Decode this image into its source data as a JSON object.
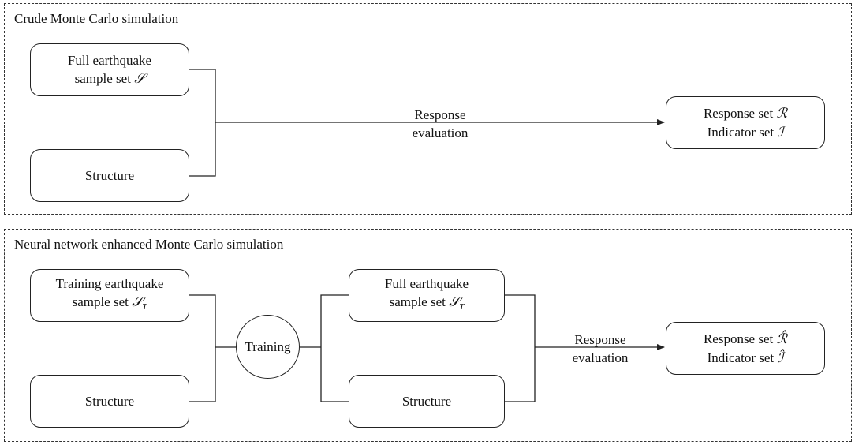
{
  "top_panel": {
    "title": "Crude Monte Carlo simulation",
    "input_box": {
      "line1": "Full earthquake",
      "line2_text": "sample set ",
      "line2_symbol": "𝒮"
    },
    "structure_box": {
      "label": "Structure"
    },
    "edge_label": {
      "line1": "Response",
      "line2": "evaluation"
    },
    "output_box": {
      "line1_text": "Response set ",
      "line1_symbol": "ℛ",
      "line2_text": "Indicator set ",
      "line2_symbol": "ℐ"
    }
  },
  "bottom_panel": {
    "title": "Neural network enhanced Monte Carlo simulation",
    "training_input_box": {
      "line1": "Training earthquake",
      "line2_text": "sample set ",
      "line2_symbol": "𝒮",
      "line2_sub": "T"
    },
    "structure_box_left": {
      "label": "Structure"
    },
    "training_node": {
      "label": "Training"
    },
    "full_set_box": {
      "line1": "Full earthquake",
      "line2_text": "sample set ",
      "line2_symbol": "𝒮",
      "line2_sub": "T"
    },
    "structure_box_right": {
      "label": "Structure"
    },
    "edge_label": {
      "line1": "Response",
      "line2": "evaluation"
    },
    "output_box": {
      "line1_text": "Response set ",
      "line1_symbol": "ℛ̂",
      "line2_text": "Indicator set ",
      "line2_symbol": "ℐ̂"
    }
  }
}
